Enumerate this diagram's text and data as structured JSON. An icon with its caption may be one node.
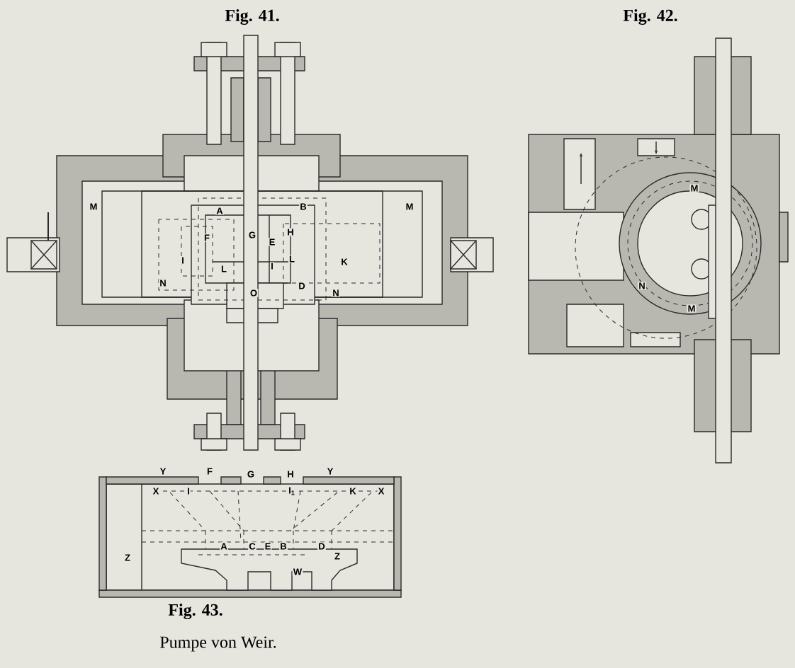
{
  "diagram": {
    "caption": "Pumpe von Weir.",
    "labels": [
      "Fig. 41.",
      "Fig. 42.",
      "M",
      "A",
      "B",
      "M",
      "F",
      "G",
      "E",
      "H",
      "I",
      "L",
      "I",
      "L",
      "K",
      "N",
      "O",
      "D",
      "N",
      "M",
      "N",
      "M",
      "Y",
      "F",
      "G",
      "H",
      "Y",
      "X",
      "I",
      "I$_{1}$",
      "K",
      "X",
      "A",
      "C",
      "E",
      "B",
      "D",
      "Z",
      "Z",
      "W",
      "Fig. 43."
    ]
  }
}
